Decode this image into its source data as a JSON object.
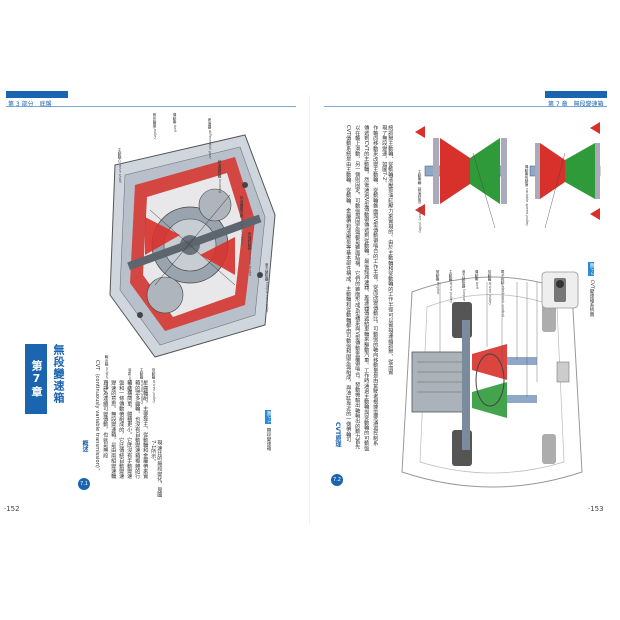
{
  "header": {
    "left": "第 3 部分　底盤",
    "right": "第 7 章　無段變速箱"
  },
  "page_numbers": {
    "left": "·152",
    "right": "·153"
  },
  "chapter": {
    "tab": "第7章",
    "title": "無段變速箱"
  },
  "sections": [
    {
      "num": "7.1",
      "title": "概述"
    },
    {
      "num": "7.2",
      "title": "CVT原理"
    }
  ],
  "body": {
    "overview_columns": [
      "CVT（continuously variable transmission），",
      "直譯為連續可變傳動，也就是無段",
      "變速的意思。無段變速箱，是由兩組變速輪",
      "盤和一條傳動帶組成的，它比傳統自動變速",
      "箱結構簡單，體積更小。它既沒有手動變速",
      "箱的眾多齒輪，也沒有自動變速箱複雜的行",
      "星齒輪組，主要靠主、從動輪和金屬帶來實",
      "現速比的無段變化，見圖7-1所示。"
    ],
    "principle_columns": [
      "CVT傳動系統是由主動輪、從動輪、金屬帶和液壓泵等基本部件構成，主動輪和從動輪都由可動盤和固定盤組成，與油缸靠近的一側帶輪可",
      "以在軸上滑動，另一側則固定。可動盤與固定盤都是錐面結構，它們的錐面形成V型槽來與V型傳動金屬帶嚙合。發動機輸出軸輸出的動力首先",
      "傳遞到CVT的主動輪，然後通過V型傳動帶傳遞到從動輪，最後經減速器、差速器傳遞給車輪來驅動汽車。工作時通過主動輪與從動輪的可動盤",
      "作軸向移動來改變主動輪、從動輪錐面與V型傳動帶嚙合的工作半徑，從而改變傳動比。可動盤的軸向移動量是由駕駛者根據需要通過控制系",
      "統調節主動輪、從動輪液壓泵油缸壓力來實現的。由於主動輪和從動輪的工作半徑可以實現連續調節，從而實現了無段變速，如圖7-2。"
    ]
  },
  "figures": {
    "fig1": {
      "badge": "圖7-1",
      "caption": "無段變速箱"
    },
    "fig2": {
      "badge": "圖7-2",
      "caption": "CVT變速箱系統圖"
    },
    "fig3": {
      "caption_a": "主動帶輪（變速狀態）",
      "caption_b": "傳動帶的變速",
      "en_a": "primary pulley",
      "en_b": "variable speed pulley"
    }
  },
  "callouts_fig1": [
    {
      "zh": "主動軸心",
      "en": "drive shaft"
    },
    {
      "zh": "錐形輪盤",
      "en": "pulley"
    },
    {
      "zh": "傳動帶",
      "en": "belt"
    },
    {
      "zh": "差速器",
      "en": "differential gear"
    },
    {
      "zh": "變速器殼體",
      "en": "housing"
    },
    {
      "zh": "前進檔離合器",
      "en": "forward clutch"
    },
    {
      "zh": "倒檔制動器",
      "en": "reverse brake"
    },
    {
      "zh": "液力變矩器",
      "en": "torque converter"
    },
    {
      "zh": "輸出軸",
      "en": "output shaft"
    },
    {
      "zh": "油泵",
      "en": "oil pump"
    },
    {
      "zh": "主動輪",
      "en": "driving pulley"
    },
    {
      "zh": "從動輪",
      "en": "driven pulley"
    }
  ],
  "callouts_fig2": [
    {
      "zh": "發動機",
      "en": "engine"
    },
    {
      "zh": "主動輪",
      "en": "drive pulley"
    },
    {
      "zh": "液力變矩器",
      "en": "torque converter"
    },
    {
      "zh": "傳動帶",
      "en": "belt"
    },
    {
      "zh": "從動輪",
      "en": "driven pulley"
    },
    {
      "zh": "電子控制",
      "en": "electronic control"
    }
  ],
  "colors": {
    "accent": "#1a64b0",
    "red": "#d8302a",
    "green": "#2f9a3a",
    "steel": "#8fa8c8"
  }
}
